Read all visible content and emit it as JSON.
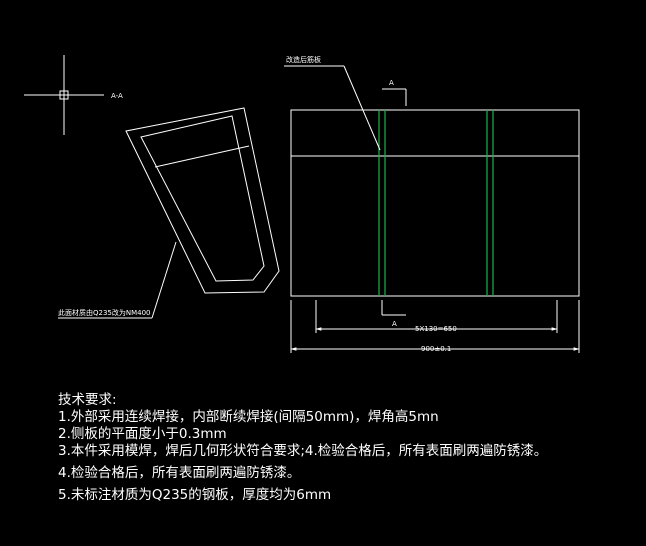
{
  "drawing": {
    "section_label": "A-A",
    "cut_label_top": "A",
    "cut_label_bottom": "A",
    "callout_rib": "改造后筋板",
    "callout_material": "此面材质由Q235改为NM400",
    "dim_inner": "5X130=650",
    "dim_total": "900±0.1",
    "colors": {
      "background": "#000000",
      "lines": "#ffffff",
      "weld_ribs": "#19b34a"
    }
  },
  "notes": {
    "title": "技术要求:",
    "items": [
      "1.外部采用连续焊接，内部断续焊接(间隔50mm)，焊角高5mn",
      "2.侧板的平面度小于0.3mm",
      "3.本件采用模焊，焊后几何形状符合要求;4.检验合格后，所有表面刷两遍防锈漆。",
      "4.检验合格后，所有表面刷两遍防锈漆。",
      "5.未标注材质为Q235的钢板，厚度均为6mm"
    ]
  }
}
